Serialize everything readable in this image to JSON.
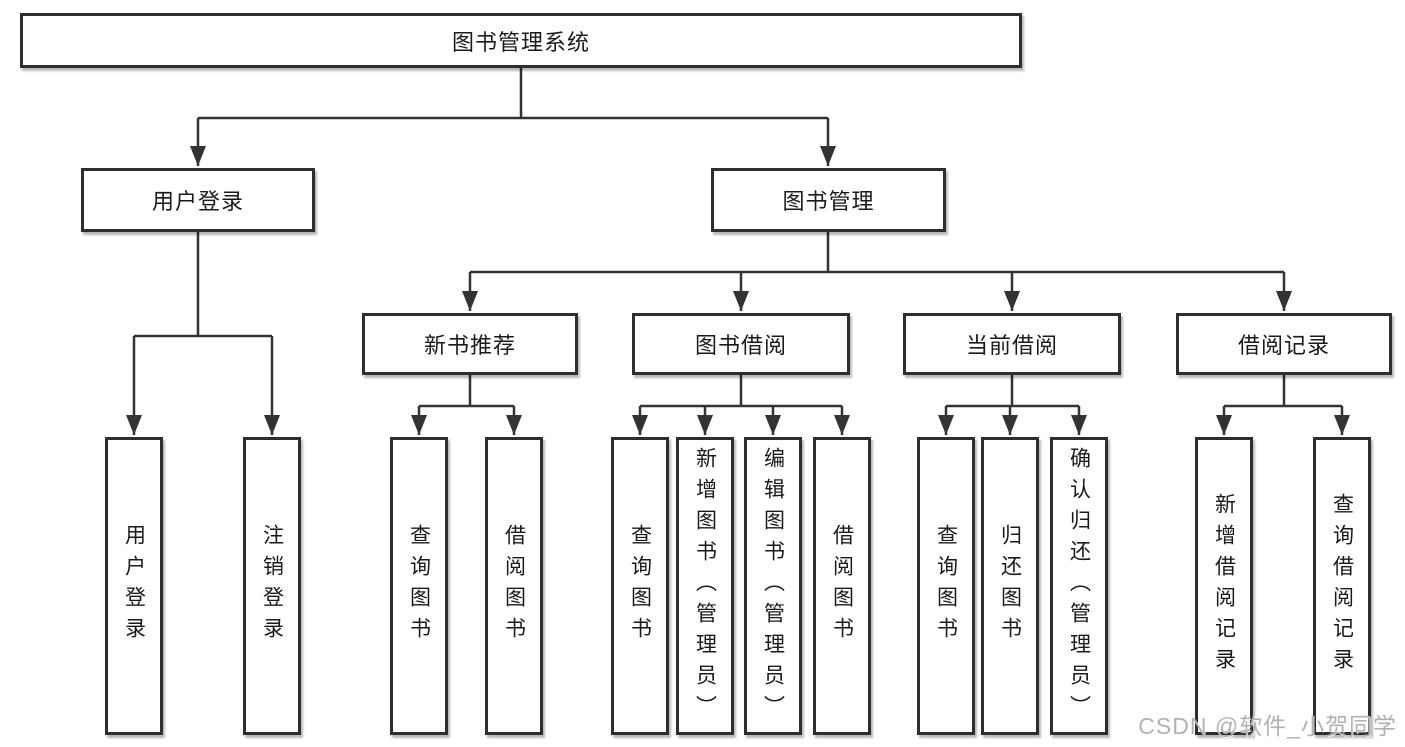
{
  "diagram": {
    "root": "图书管理系统",
    "level2": {
      "user_login": "用户登录",
      "book_management": "图书管理"
    },
    "level3": {
      "new_book": "新书推荐",
      "book_borrow": "图书借阅",
      "current_borrow": "当前借阅",
      "borrow_records": "借阅记录"
    },
    "leaves": {
      "user_login_children": [
        "用户登录",
        "注销登录"
      ],
      "new_book_children": [
        "查询图书",
        "借阅图书"
      ],
      "book_borrow_children": [
        "查询图书",
        "新增图书（管理员）",
        "编辑图书（管理员）",
        "借阅图书"
      ],
      "current_borrow_children": [
        "查询图书",
        "归还图书",
        "确认归还（管理员）"
      ],
      "borrow_records_children": [
        "新增借阅记录",
        "查询借阅记录"
      ]
    }
  },
  "watermark": {
    "text": "CSDN @软件_小贺同学",
    "color": "#b2b2b2"
  },
  "style": {
    "line_color": "#333333",
    "background": "#ffffff"
  }
}
